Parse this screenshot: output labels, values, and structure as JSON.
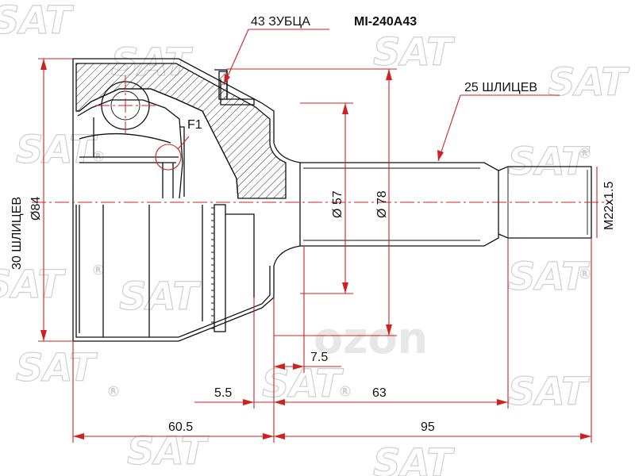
{
  "part_number": "MI-240A43",
  "abs_ring_label": "43 ЗУБЦА",
  "outer_spline_label": "25 ШЛИЦЕВ",
  "inner_spline_label": "30 ШЛИЦЕВ",
  "inner_diameter_label": "Ø84",
  "detail_label": "F1",
  "dia_57_label": "Ø 57",
  "dia_78_label": "Ø 78",
  "thread_label": "M22x1.5",
  "dim_7_5": "7.5",
  "dim_5_5": "5.5",
  "dim_63": "63",
  "dim_60_5": "60.5",
  "dim_95": "95",
  "watermark_brand": "SAT",
  "watermark_reg": "R",
  "watermark_center": "ozon",
  "colors": {
    "line": "#111111",
    "accent": "#d02020",
    "watermark": "#cfcfcf",
    "background": "#ffffff"
  }
}
